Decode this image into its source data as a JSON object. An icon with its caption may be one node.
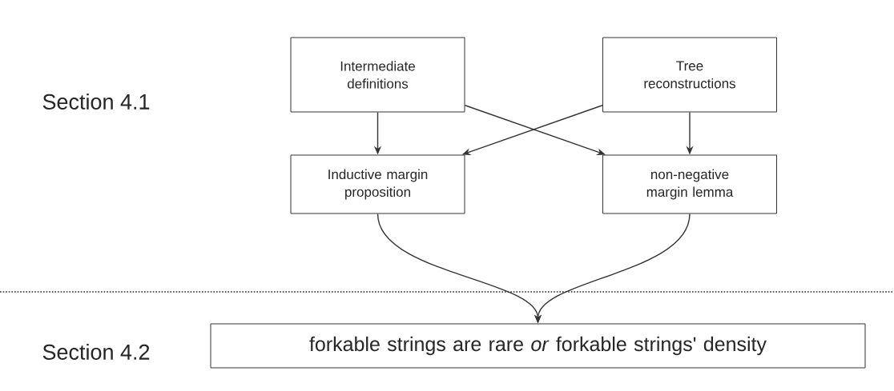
{
  "diagram": {
    "nodes": [
      {
        "text": [
          "Intermediate definitions"
        ]
      },
      {
        "text": [
          "Tree reconstructions"
        ]
      },
      {
        "text": [
          "Inductive margin proposition"
        ]
      },
      {
        "text": [
          "non-negative margin lemma"
        ]
      },
      {
        "text": [
          "forkable strings are rare *or* forkable strings' density"
        ]
      }
    ],
    "edges": [
      {
        "from": 0,
        "to": 2,
        "arrow": "to"
      },
      {
        "from": 1,
        "to": 3,
        "arrow": "to"
      },
      {
        "from": 0,
        "to": 3,
        "arrow": "to"
      },
      {
        "from": 1,
        "to": 2,
        "arrow": "to"
      },
      {
        "from": 2,
        "to": 4,
        "arrow": "to"
      },
      {
        "from": 3,
        "to": 4,
        "arrow": "to"
      }
    ],
    "labels": [
      "Section 4.1",
      "Section 4.2"
    ]
  }
}
